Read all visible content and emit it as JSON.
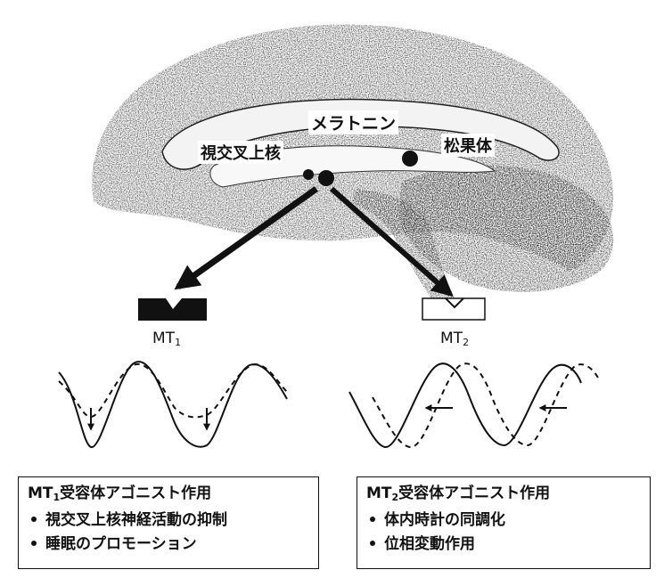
{
  "brain_labels": {
    "melatonin": "メラトニン",
    "scn": "視交叉上核",
    "pineal": "松果体"
  },
  "receptors": {
    "mt1": {
      "main": "MT",
      "sub": "1"
    },
    "mt2": {
      "main": "MT",
      "sub": "2"
    }
  },
  "boxes": {
    "mt1": {
      "title_main": "MT",
      "title_sub": "1",
      "title_rest": "受容体アゴニスト作用",
      "items": [
        "視交叉上核神経活動の抑制",
        "睡眠のプロモーション"
      ]
    },
    "mt2": {
      "title_main": "MT",
      "title_sub": "2",
      "title_rest": "受容体アゴニスト作用",
      "items": [
        "体内時計の同調化",
        "位相変動作用"
      ]
    }
  }
}
